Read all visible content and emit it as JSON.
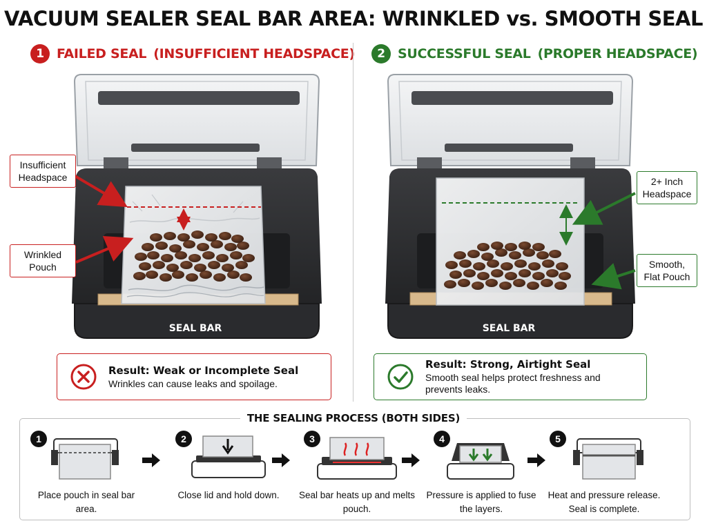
{
  "title": "VACUUM SEALER SEAL BAR AREA: WRINKLED vs. SMOOTH SEAL",
  "left_panel": {
    "number": "1",
    "heading": "FAILED SEAL",
    "heading_paren": "(INSUFFICIENT HEADSPACE)",
    "callout_top": "Insufficient Headspace",
    "callout_bottom": "Wrinkled Pouch",
    "seal_bar_label": "SEAL BAR",
    "result_title": "Result: Weak or Incomplete Seal",
    "result_text": "Wrinkles can cause leaks and spoilage."
  },
  "right_panel": {
    "number": "2",
    "heading": "SUCCESSFUL SEAL",
    "heading_paren": "(PROPER HEADSPACE)",
    "callout_top": "2+ Inch Headspace",
    "callout_bottom": "Smooth, Flat Pouch",
    "seal_bar_label": "SEAL BAR",
    "result_title": "Result: Strong, Airtight Seal",
    "result_text": "Smooth seal helps protect freshness and prevents leaks."
  },
  "process": {
    "title": "THE SEALING PROCESS (BOTH SIDES)",
    "steps": [
      {
        "number": "1",
        "text": "Place pouch in seal bar area."
      },
      {
        "number": "2",
        "text": "Close lid and hold down."
      },
      {
        "number": "3",
        "text": "Seal bar heats up and melts pouch."
      },
      {
        "number": "4",
        "text": "Pressure is applied to fuse the layers."
      },
      {
        "number": "5",
        "text": "Heat and pressure release. Seal is complete."
      }
    ]
  },
  "colors": {
    "fail": "#c81f1f",
    "success": "#2b7a2b",
    "machine": "#2f3033",
    "seal_bar": "#d8b98c"
  }
}
